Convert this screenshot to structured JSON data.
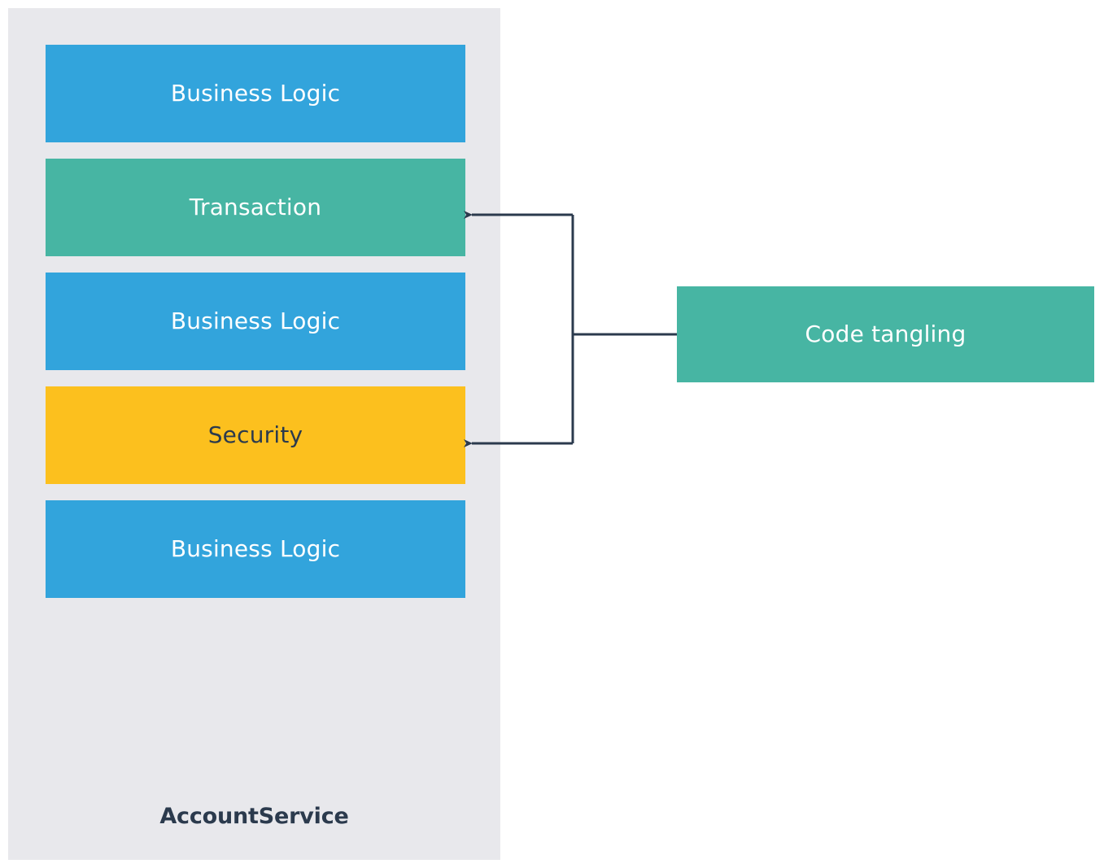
{
  "diagram": {
    "type": "aspect-oriented-programming-crosscutting-concern",
    "background_color": "#ffffff",
    "container": {
      "title": "AccountService",
      "background_color": "#e8e8ec",
      "title_color": "#2b3a4d",
      "layers": [
        {
          "label": "Business Logic",
          "color": "#32a4dc",
          "text_color": "#ffffff",
          "kind": "business"
        },
        {
          "label": "Transaction",
          "color": "#47b5a3",
          "text_color": "#ffffff",
          "kind": "concern"
        },
        {
          "label": "Business Logic",
          "color": "#32a4dc",
          "text_color": "#ffffff",
          "kind": "business"
        },
        {
          "label": "Security",
          "color": "#fcc01e",
          "text_color": "#2b3a4d",
          "kind": "concern"
        },
        {
          "label": "Business Logic",
          "color": "#32a4dc",
          "text_color": "#ffffff",
          "kind": "business"
        }
      ]
    },
    "annotation": {
      "label": "Code tangling",
      "color": "#47b5a3",
      "text_color": "#ffffff"
    },
    "connector": {
      "color": "#2b3a4d",
      "stroke_width": 3,
      "arrowhead": "stealth-arrow-icon",
      "targets": [
        "Transaction",
        "Security"
      ],
      "source": "Code tangling"
    }
  }
}
